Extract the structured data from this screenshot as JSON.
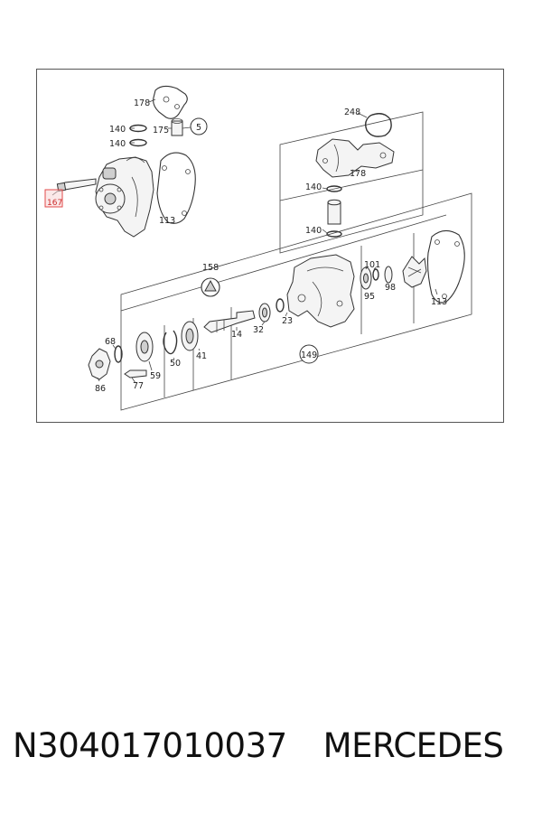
{
  "diagram": {
    "part_labels": {
      "p178a": "178",
      "p140a": "140",
      "p140b": "140",
      "p175": "175",
      "p5": "5",
      "p167": "167",
      "p113a": "113",
      "p248": "248",
      "p178b": "178",
      "p140c": "140",
      "p140d": "140",
      "p158": "158",
      "p101": "101",
      "p95": "95",
      "p98": "98",
      "p113b": "113",
      "p23": "23",
      "p32": "32",
      "p14": "14",
      "p41": "41",
      "p50": "50",
      "p59": "59",
      "p68": "68",
      "p77": "77",
      "p86": "86",
      "p149": "149"
    },
    "selected_part": "167",
    "highlight_color": "#e24a4a"
  },
  "caption": {
    "part_number": "N304017010037",
    "brand": "MERCEDES"
  }
}
